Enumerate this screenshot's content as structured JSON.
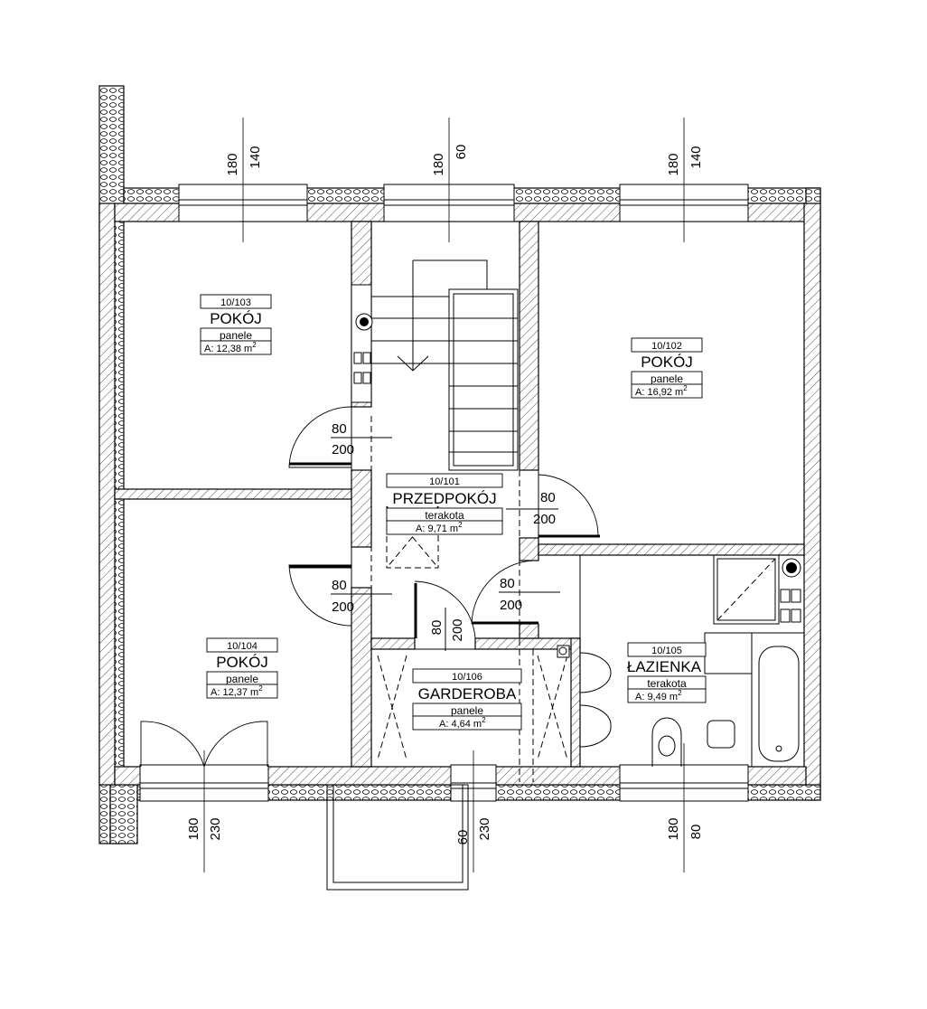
{
  "rooms": [
    {
      "id": "10/103",
      "name": "POKÓJ",
      "finish": "panele",
      "area_prefix": "A: 12,38 m",
      "area_sup": "2"
    },
    {
      "id": "10/102",
      "name": "POKÓJ",
      "finish": "panele",
      "area_prefix": "A: 16,92 m",
      "area_sup": "2"
    },
    {
      "id": "10/101",
      "name": "PRZEDPOKÓJ",
      "finish": "terakota",
      "area_prefix": "A: 9,71 m",
      "area_sup": "2"
    },
    {
      "id": "10/104",
      "name": "POKÓJ",
      "finish": "panele",
      "area_prefix": "A: 12,37 m",
      "area_sup": "2"
    },
    {
      "id": "10/106",
      "name": "GARDEROBA",
      "finish": "panele",
      "area_prefix": "A: 4,64 m",
      "area_sup": "2"
    },
    {
      "id": "10/105",
      "name": "ŁAZIENKA",
      "finish": "terakota",
      "area_prefix": "A: 9,49 m",
      "area_sup": "2"
    }
  ],
  "doors": [
    {
      "id": "door-room-103",
      "width": "80",
      "height": "200"
    },
    {
      "id": "door-hall-right",
      "width": "80",
      "height": "200"
    },
    {
      "id": "door-room-104",
      "width": "80",
      "height": "200"
    },
    {
      "id": "door-bathroom",
      "width": "80",
      "height": "200"
    },
    {
      "id": "door-wardrobe",
      "width": "80",
      "height": "200"
    }
  ],
  "windows": [
    {
      "id": "window-top-left",
      "a": "180",
      "b": "140"
    },
    {
      "id": "window-top-middle",
      "a": "180",
      "b": "60"
    },
    {
      "id": "window-top-right",
      "a": "180",
      "b": "140"
    },
    {
      "id": "window-bottom-left",
      "a": "180",
      "b": "230"
    },
    {
      "id": "window-bottom-middle",
      "a": "60",
      "b": "230"
    },
    {
      "id": "window-bottom-right",
      "a": "180",
      "b": "80"
    }
  ]
}
